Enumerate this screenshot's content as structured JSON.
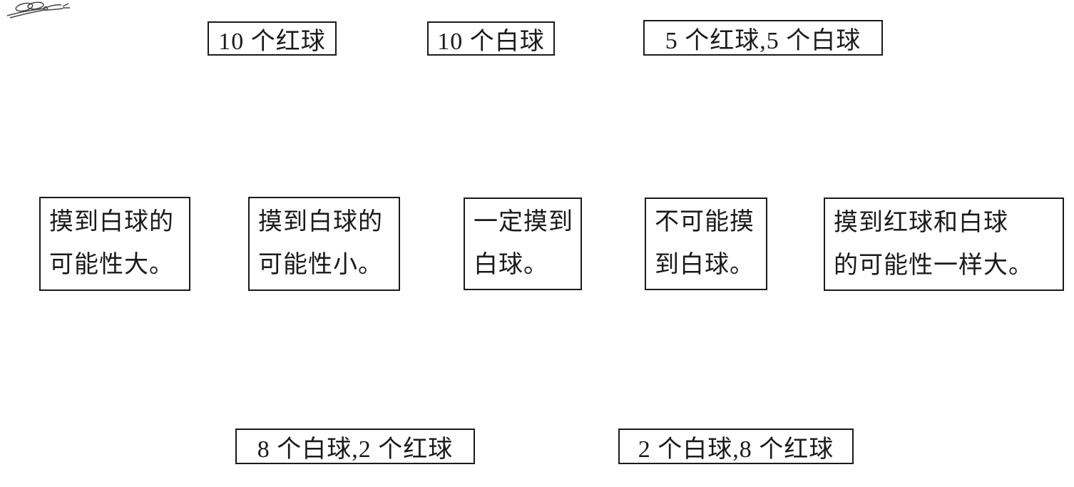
{
  "top_row": [
    {
      "label": "10 个红球"
    },
    {
      "label": "10 个白球"
    },
    {
      "label": "5 个红球,5 个白球"
    }
  ],
  "middle_row": [
    {
      "line1": "摸到白球的",
      "line2": "可能性大。"
    },
    {
      "line1": "摸到白球的",
      "line2": "可能性小。"
    },
    {
      "line1": "一定摸到",
      "line2": "白球。"
    },
    {
      "line1": "不可能摸",
      "line2": "到白球。"
    },
    {
      "line1": "摸到红球和白球",
      "line2": "的可能性一样大。"
    }
  ],
  "bottom_row": [
    {
      "label": "8 个白球,2 个红球"
    },
    {
      "label": "2 个白球,8 个红球"
    }
  ],
  "decoration": {
    "icon": "dragonfly-sketch"
  },
  "colors": {
    "ink": "#1a1a1a",
    "paper": "#ffffff"
  }
}
